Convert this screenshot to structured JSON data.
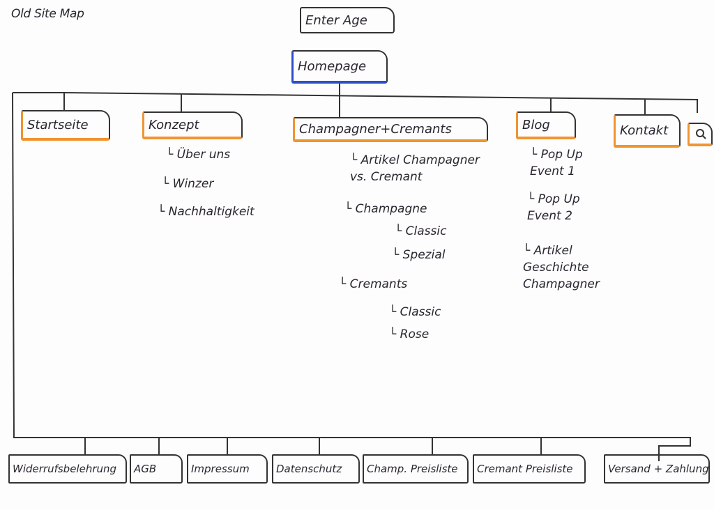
{
  "title": "Old Site Map",
  "entry": "Enter Age",
  "root": "Homepage",
  "main_nav": [
    {
      "label": "Startseite",
      "children": []
    },
    {
      "label": "Konzept",
      "children": [
        "Über uns",
        "Winzer",
        "Nachhaltigkeit"
      ]
    },
    {
      "label": "Champagner+Cremants",
      "children": [
        "Artikel Champagner vs. Cremant",
        "Champagne",
        "Classic",
        "Spezial",
        "Cremants",
        "Classic",
        "Rose"
      ]
    },
    {
      "label": "Blog",
      "children": [
        "Pop Up Event 1",
        "Pop Up Event 2",
        "Artikel Geschichte Champagner"
      ]
    },
    {
      "label": "Kontakt",
      "children": []
    }
  ],
  "search_icon": "search-icon",
  "footer": [
    "Widerrufsbelehrung",
    "AGB",
    "Impressum",
    "Datenschutz",
    "Champ. Preisliste",
    "Cremant Preisliste",
    "Versand + Zahlung"
  ],
  "colors": {
    "accent_orange": "#f09430",
    "accent_blue": "#2a4fc8",
    "ink": "#2a2530"
  }
}
